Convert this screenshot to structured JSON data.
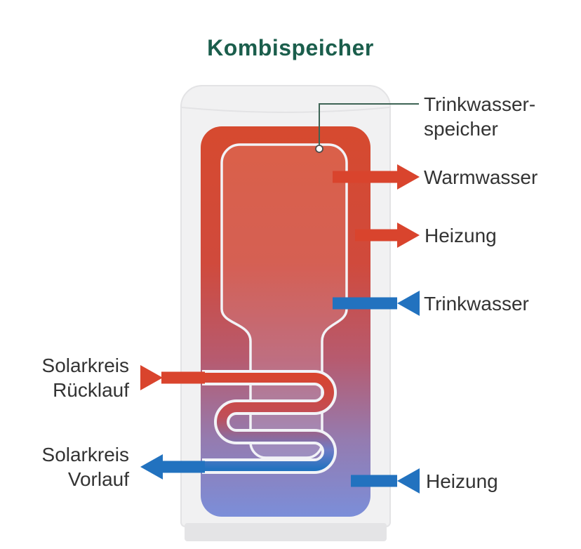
{
  "title": "Kombispeicher",
  "diagram": {
    "right_labels": {
      "trinkwasserspeicher": {
        "line1": "Trinkwasser-",
        "line2": "speicher"
      },
      "warmwasser": "Warmwasser",
      "heizung_top": "Heizung",
      "trinkwasser": "Trinkwasser",
      "heizung_bottom": "Heizung"
    },
    "left_labels": {
      "solarkreis_ruecklauf": {
        "line1": "Solarkreis",
        "line2": "Rücklauf"
      },
      "solarkreis_vorlauf": {
        "line1": "Solarkreis",
        "line2": "Vorlauf"
      }
    }
  },
  "colors": {
    "title_green": "#1B5E4C",
    "label_text": "#333333",
    "hot_red": "#D9442D",
    "cold_blue": "#2272BF",
    "gradient_top_red": "#D64A2F",
    "gradient_bottom_blue": "#7B8ED9",
    "tank_shell": "#F1F1F2",
    "tank_shell_border": "#E3E3E5",
    "tank_base": "#E4E4E6",
    "inner_tank_outline": "#F2F3F7",
    "pointer_line": "#3E6455"
  }
}
